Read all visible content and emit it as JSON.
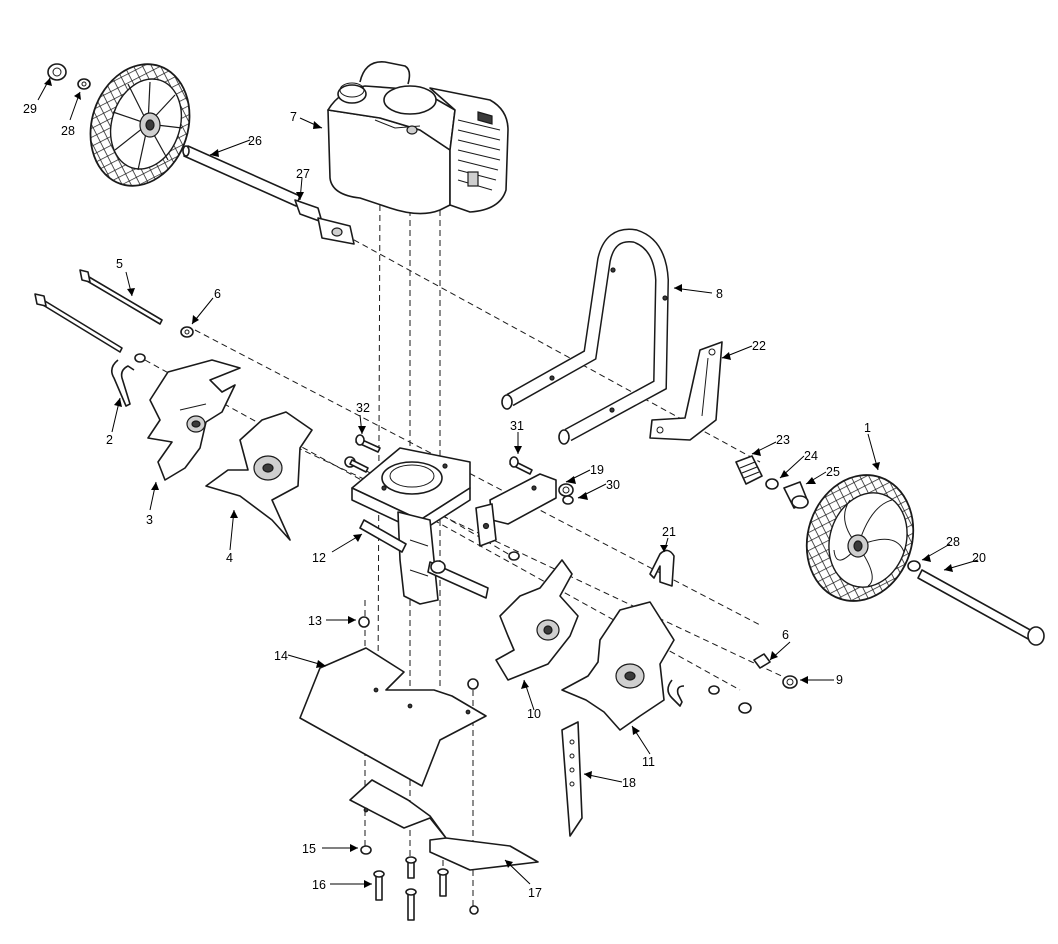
{
  "callouts": {
    "c1": "1",
    "c2": "2",
    "c3": "3",
    "c4": "4",
    "c5": "5",
    "c6a": "6",
    "c6b": "6",
    "c7": "7",
    "c8": "8",
    "c9": "9",
    "c10": "10",
    "c11": "11",
    "c12": "12",
    "c13": "13",
    "c14": "14",
    "c15": "15",
    "c16": "16",
    "c17": "17",
    "c18": "18",
    "c19": "19",
    "c20": "20",
    "c21": "21",
    "c22": "22",
    "c23": "23",
    "c24": "24",
    "c25": "25",
    "c26": "26",
    "c27": "27",
    "c28a": "28",
    "c28b": "28",
    "c29": "29",
    "c30": "30",
    "c31": "31",
    "c32": "32"
  },
  "icons": {
    "engine": "engine-icon",
    "wheel": "wheel-icon",
    "tine": "tine-icon",
    "handle": "handle-icon",
    "shield": "shield-icon"
  }
}
